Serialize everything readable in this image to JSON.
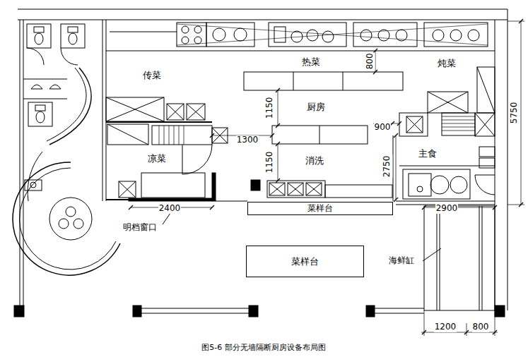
{
  "diagram": {
    "caption": "图5-6 部分无墙隔断厨房设备布局图",
    "nodes": [
      {
        "text": [
          "菜样台"
        ]
      },
      {
        "text": [
          "菜样台"
        ]
      }
    ],
    "labels": [
      "热菜",
      "炖菜",
      "传菜",
      "厨房",
      "1150",
      "800",
      "1300",
      "900",
      "凉菜",
      "消洗",
      "1150",
      "2750",
      "主食",
      "5750",
      "2400",
      "2900",
      "明档窗口",
      "海鲜缸",
      "1200",
      "800"
    ]
  }
}
